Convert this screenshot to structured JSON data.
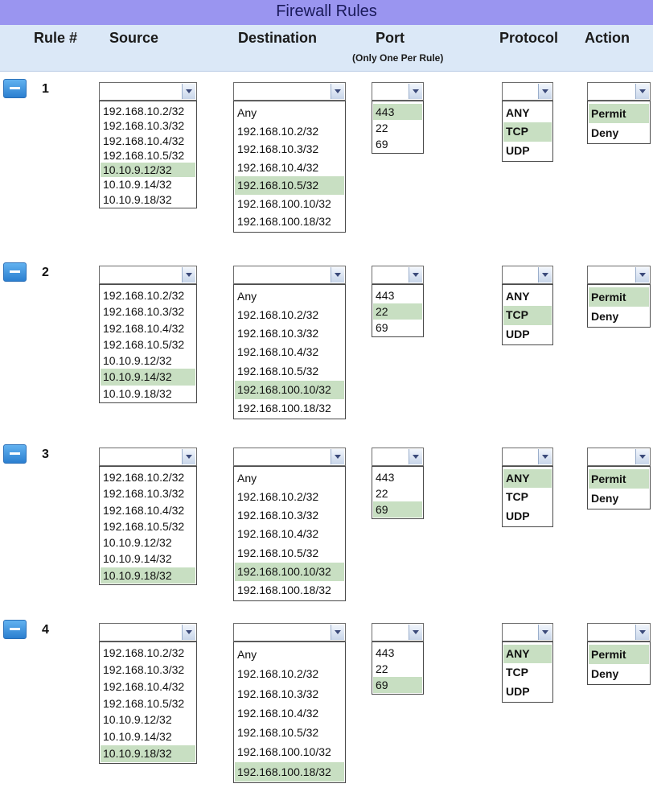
{
  "title": "Firewall Rules",
  "headers": {
    "rule": "Rule #",
    "source": "Source",
    "destination": "Destination",
    "port": "Port",
    "port_note": "(Only One Per Rule)",
    "protocol": "Protocol",
    "action": "Action"
  },
  "source_options": [
    "192.168.10.2/32",
    "192.168.10.3/32",
    "192.168.10.4/32",
    "192.168.10.5/32",
    "10.10.9.12/32",
    "10.10.9.14/32",
    "10.10.9.18/32"
  ],
  "destination_options": [
    "Any",
    "192.168.10.2/32",
    "192.168.10.3/32",
    "192.168.10.4/32",
    "192.168.10.5/32",
    "192.168.100.10/32",
    "192.168.100.18/32"
  ],
  "port_options": [
    "443",
    "22",
    "69"
  ],
  "protocol_options": [
    "ANY",
    "TCP",
    "UDP"
  ],
  "action_options": [
    "Permit",
    "Deny"
  ],
  "rules": [
    {
      "number": "1",
      "selected": {
        "source": "10.10.9.12/32",
        "destination": "192.168.10.5/32",
        "port": "443",
        "protocol": "TCP",
        "action": "Permit"
      }
    },
    {
      "number": "2",
      "selected": {
        "source": "10.10.9.14/32",
        "destination": "192.168.100.10/32",
        "port": "22",
        "protocol": "TCP",
        "action": "Permit"
      }
    },
    {
      "number": "3",
      "selected": {
        "source": "10.10.9.18/32",
        "destination": "192.168.100.10/32",
        "port": "69",
        "protocol": "ANY",
        "action": "Permit"
      }
    },
    {
      "number": "4",
      "selected": {
        "source": "10.10.9.18/32",
        "destination": "192.168.100.18/32",
        "port": "69",
        "protocol": "ANY",
        "action": "Permit"
      }
    }
  ]
}
